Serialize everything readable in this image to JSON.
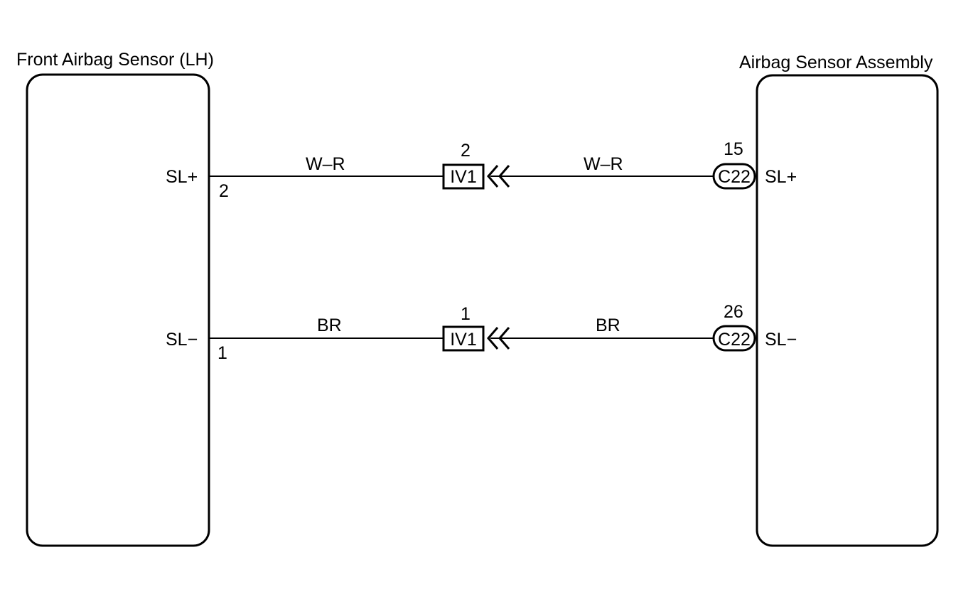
{
  "left_component": {
    "title": "Front Airbag Sensor (LH)",
    "pins": [
      {
        "name": "SL+",
        "number": "2"
      },
      {
        "name": "SL−",
        "number": "1"
      }
    ]
  },
  "right_component": {
    "title": "Airbag Sensor Assembly",
    "pins": [
      {
        "name": "SL+",
        "connector": "C22",
        "number": "15"
      },
      {
        "name": "SL−",
        "connector": "C22",
        "number": "26"
      }
    ]
  },
  "wires": [
    {
      "color_left": "W–R",
      "color_right": "W–R",
      "junction": "IV1",
      "junction_pin": "2"
    },
    {
      "color_left": "BR",
      "color_right": "BR",
      "junction": "IV1",
      "junction_pin": "1"
    }
  ]
}
